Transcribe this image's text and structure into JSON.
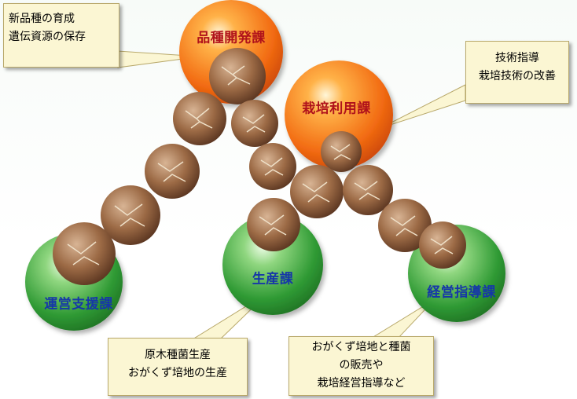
{
  "departments": {
    "breeding": "品種開発課",
    "cultivation": "栽培利用課",
    "operations": "運営支援課",
    "production": "生産課",
    "guidance": "経営指導課"
  },
  "notes": {
    "breeding": [
      "新品種の育成",
      "遺伝資源の保存"
    ],
    "cultivation": [
      "技術指導",
      "栽培技術の改善"
    ],
    "production": [
      "原木種菌生産",
      "おがくず培地の生産"
    ],
    "guidance": [
      "おがくず培地と種菌",
      "の販売や",
      "栽培経営指導など"
    ]
  },
  "colors": {
    "orange_circle": "#f5821f",
    "green_circle": "#3f9a3c",
    "orange_text": "#b0121b",
    "green_text": "#1637a8",
    "note_fill": "#fbf6d3",
    "mushroom_cap": "#8a5a3a"
  }
}
